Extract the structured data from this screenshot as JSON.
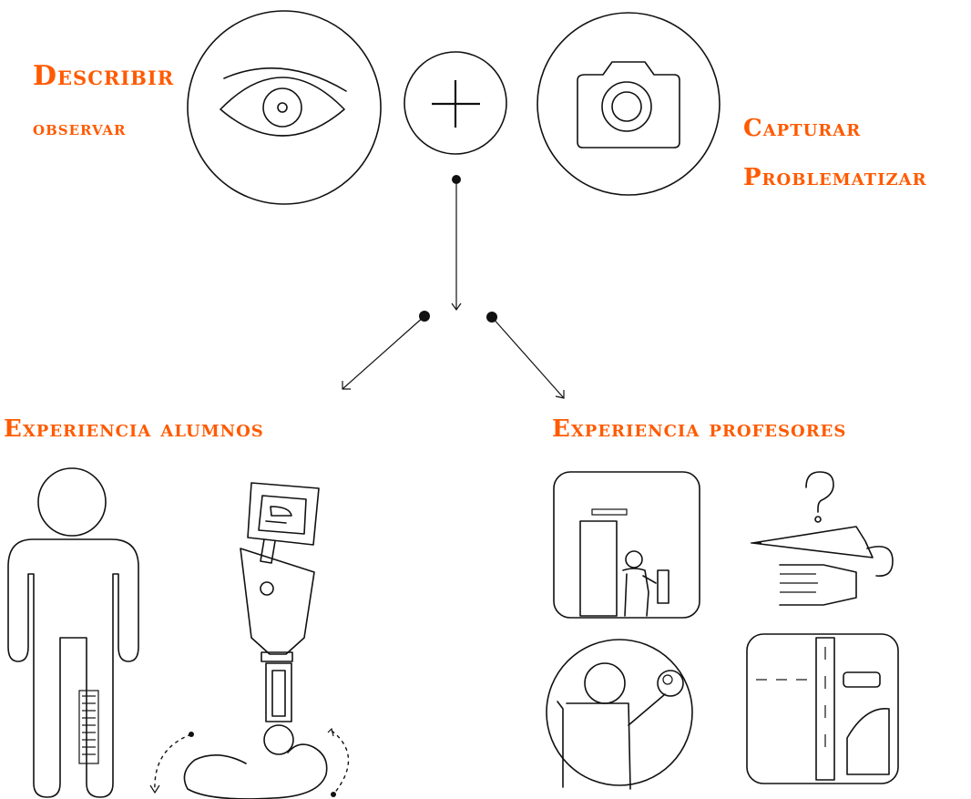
{
  "labels": {
    "describir": "Describir",
    "observar": "observar",
    "capturar": "Capturar",
    "problematizar": "Problematizar",
    "experiencia_alumnos": "Experiencia alumnos",
    "experiencia_profesores": "Experiencia profesores"
  },
  "colors": {
    "accent": "#ff5a00",
    "stroke": "#111111",
    "background": "#ffffff"
  },
  "icons": {
    "observe": "eye-icon",
    "combine": "plus-icon",
    "capture": "camera-icon"
  }
}
